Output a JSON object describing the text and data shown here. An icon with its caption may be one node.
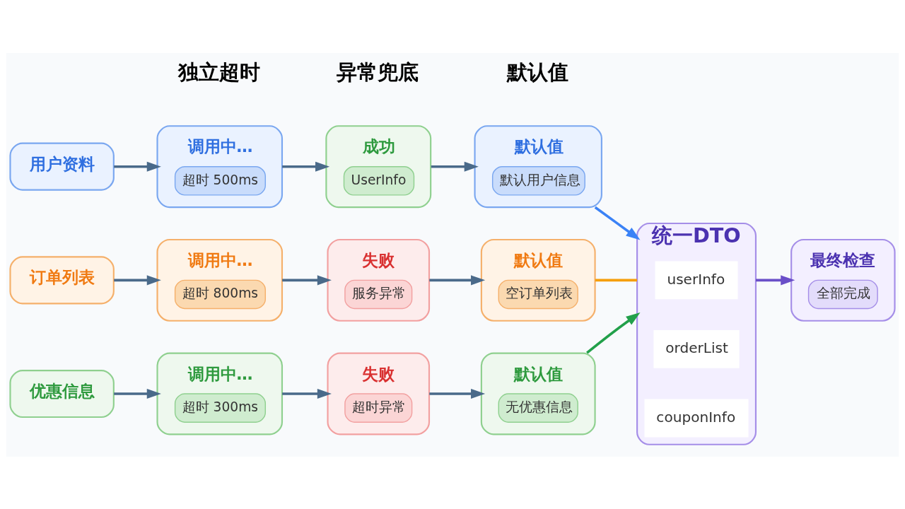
{
  "diagram": {
    "nodes": [
      {
        "text": [
          "用户资料"
        ]
      },
      {
        "text": [
          "调用中…",
          "超时 500ms"
        ]
      },
      {
        "text": [
          "成功",
          "UserInfo"
        ]
      },
      {
        "text": [
          "默认值",
          "默认用户信息"
        ]
      },
      {
        "text": [
          "订单列表"
        ]
      },
      {
        "text": [
          "调用中…",
          "超时 800ms"
        ]
      },
      {
        "text": [
          "失败",
          "服务异常"
        ]
      },
      {
        "text": [
          "默认值",
          "空订单列表"
        ]
      },
      {
        "text": [
          "优惠信息"
        ]
      },
      {
        "text": [
          "调用中…",
          "超时 300ms"
        ]
      },
      {
        "text": [
          "失败",
          "超时异常"
        ]
      },
      {
        "text": [
          "默认值",
          "无优惠信息"
        ]
      },
      {
        "text": [
          "统一DTO"
        ]
      },
      {
        "text": [
          "userInfo"
        ],
        "in": 12
      },
      {
        "text": [
          "orderList"
        ],
        "in": 12
      },
      {
        "text": [
          "couponInfo"
        ],
        "in": 12
      },
      {
        "text": [
          "最终检查",
          "全部完成"
        ]
      }
    ],
    "edges": [
      {
        "from": 0,
        "to": 1,
        "arrow": "to"
      },
      {
        "from": 1,
        "to": 2,
        "arrow": "to"
      },
      {
        "from": 2,
        "to": 3,
        "arrow": "to"
      },
      {
        "from": 3,
        "to": 12,
        "arrow": "to",
        "color": "#3b82f6"
      },
      {
        "from": 4,
        "to": 5,
        "arrow": "to"
      },
      {
        "from": 5,
        "to": 6,
        "arrow": "to"
      },
      {
        "from": 6,
        "to": 7,
        "arrow": "to"
      },
      {
        "from": 7,
        "to": 12,
        "arrow": "none",
        "color": "#f59e0b"
      },
      {
        "from": 8,
        "to": 9,
        "arrow": "to"
      },
      {
        "from": 9,
        "to": 10,
        "arrow": "to"
      },
      {
        "from": 10,
        "to": 11,
        "arrow": "to"
      },
      {
        "from": 11,
        "to": 12,
        "arrow": "to",
        "color": "#22a04a"
      },
      {
        "from": 12,
        "to": 16,
        "arrow": "to",
        "color": "#6a4fc8"
      }
    ],
    "labels": [
      "独立超时",
      "异常兜底",
      "默认值"
    ]
  }
}
